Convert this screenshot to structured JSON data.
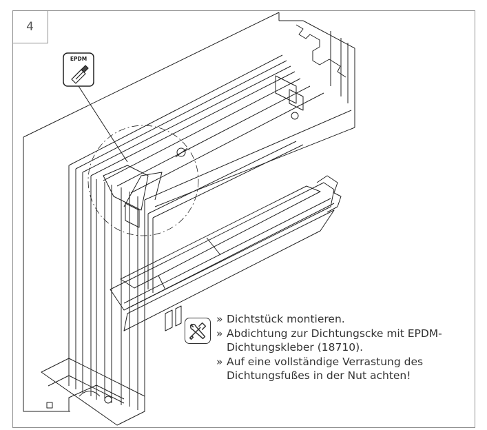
{
  "step_number": "4",
  "material_badge": {
    "label": "EPDM",
    "icon": "glue-tube-icon"
  },
  "instructions_icon": "tools-icon",
  "instructions": [
    {
      "bullet": "»",
      "text": "Dichtstück montieren."
    },
    {
      "bullet": "»",
      "text": "Abdichtung zur Dichtungscke mit EPDM-Dichtungskleber (18710)."
    },
    {
      "bullet": "»",
      "text": "Auf eine vollständige Verrastung des Dichtungsfußes in der Nut achten!"
    }
  ],
  "colors": {
    "line": "#222222",
    "border": "#8f8f8f",
    "text": "#333333"
  }
}
